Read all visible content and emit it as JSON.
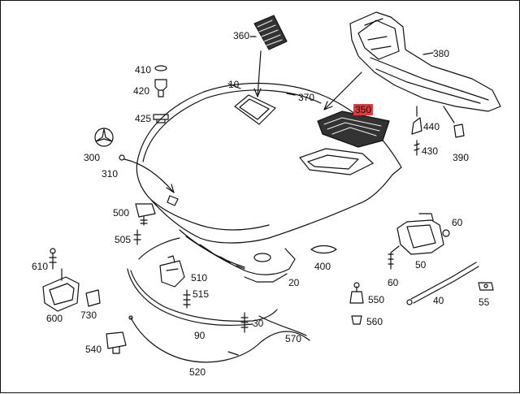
{
  "diagram": {
    "highlight_color": "#e23b3b",
    "labels": {
      "p10": "10",
      "p20": "20",
      "p30": "30",
      "p40": "40",
      "p50": "50",
      "p55": "55",
      "p60a": "60",
      "p60b": "60",
      "p90": "90",
      "p300": "300",
      "p310": "310",
      "p350": "350",
      "p360": "360",
      "p370": "370",
      "p380": "380",
      "p390": "390",
      "p400": "400",
      "p410": "410",
      "p420": "420",
      "p425": "425",
      "p430": "430",
      "p440": "440",
      "p500": "500",
      "p505": "505",
      "p510": "510",
      "p515": "515",
      "p520": "520",
      "p540": "540",
      "p550": "550",
      "p560": "560",
      "p570": "570",
      "p600": "600",
      "p610": "610",
      "p730": "730"
    }
  }
}
